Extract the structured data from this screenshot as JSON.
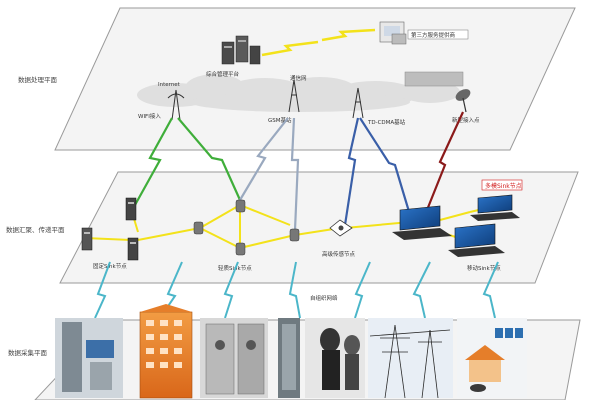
{
  "planes": {
    "processing": "数据处理平面",
    "aggregation": "数据汇聚、传递平面",
    "collection": "数据采集平面"
  },
  "top": {
    "internet": "Internet",
    "mgmt_platform": "综合管理平台",
    "telecom_network": "通信网",
    "third_party": "第三方服务提供商",
    "wifi_access": "WIFI接入",
    "gsm_base": "GSM基站",
    "td_cdma_base": "TD-CDMA基站",
    "new_access": "新型接入点"
  },
  "middle": {
    "multi_sink": "多模Sink节点",
    "fixed_sink": "固定Sink节点",
    "light_sink": "轻质Sink节点",
    "high_sensor": "高级传感节点",
    "self_org": "自组织网络",
    "mobile_sink": "移动Sink节点"
  },
  "colors": {
    "plane_fill": "#f4f4f4",
    "plane_stroke": "#9a9a9a",
    "green": "#3fae3a",
    "gray_blue": "#9aa9bf",
    "dark_blue": "#3a5fa8",
    "dark_red": "#8b1a1a",
    "teal": "#4bb6c9",
    "yellow": "#f3e21a"
  },
  "icons": [
    "server-icon",
    "cloud-icon",
    "tower-icon",
    "satellite-dish-icon",
    "laptop-icon",
    "building-icon",
    "router-icon"
  ]
}
